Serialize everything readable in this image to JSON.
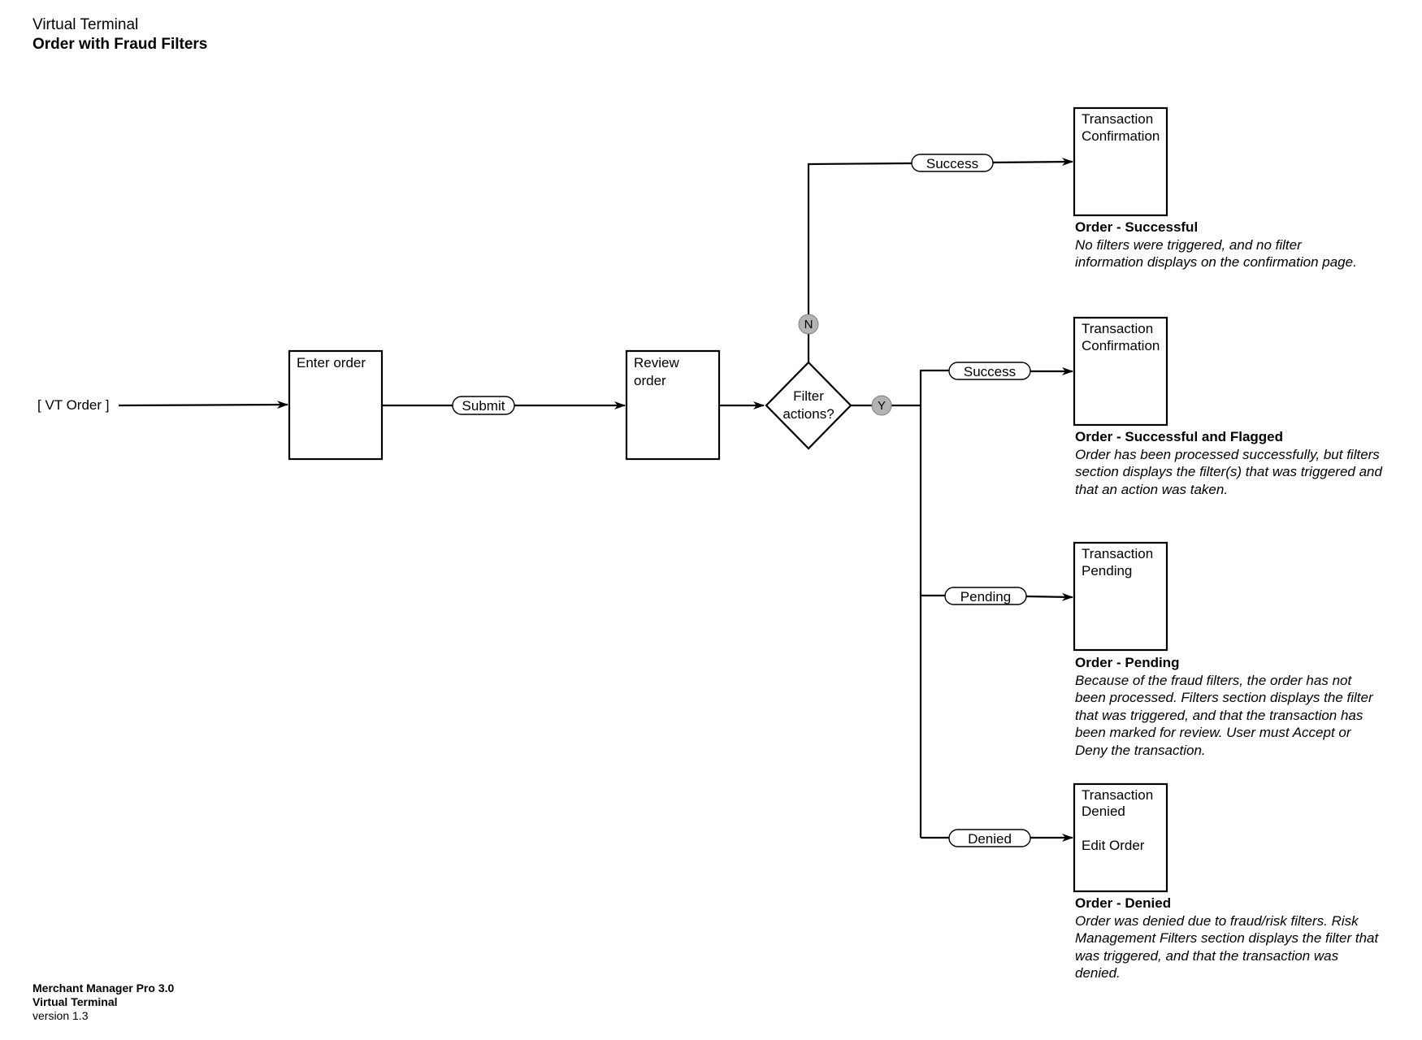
{
  "header": {
    "subtitle": "Virtual Terminal",
    "title": "Order with Fraud Filters"
  },
  "flow": {
    "start_label": "[ VT Order ]",
    "enter_box": [
      "Enter order"
    ],
    "submit_label": "Submit",
    "review_box": [
      "Review",
      "order"
    ],
    "decision": [
      "Filter",
      "actions?"
    ],
    "no_label": "N",
    "yes_label": "Y",
    "outcomes": [
      {
        "edge_label": "Success",
        "screen": [
          "Transaction",
          "Confirmation"
        ],
        "title": "Order - Successful",
        "description": "No filters were triggered, and no filter information displays on the confirmation page."
      },
      {
        "edge_label": "Success",
        "screen": [
          "Transaction",
          "Confirmation"
        ],
        "title": "Order - Successful and Flagged",
        "description": "Order has been processed successfully, but filters section displays the filter(s) that was triggered and that an action was taken."
      },
      {
        "edge_label": "Pending",
        "screen": [
          "Transaction",
          "Pending"
        ],
        "title": "Order - Pending",
        "description": "Because of the fraud filters, the order has not been processed. Filters section displays the filter that was triggered, and that the transaction has been marked for review. User must Accept or Deny the transaction."
      },
      {
        "edge_label": "Denied",
        "screen": [
          "Transaction",
          "Denied",
          "",
          "Edit Order"
        ],
        "title": "Order - Denied",
        "description": "Order was denied due to fraud/risk filters. Risk Management Filters section displays the filter that was triggered, and that the transaction was denied."
      }
    ]
  },
  "footer": {
    "product": "Merchant Manager Pro 3.0",
    "module": "Virtual Terminal",
    "version": "version 1.3"
  }
}
